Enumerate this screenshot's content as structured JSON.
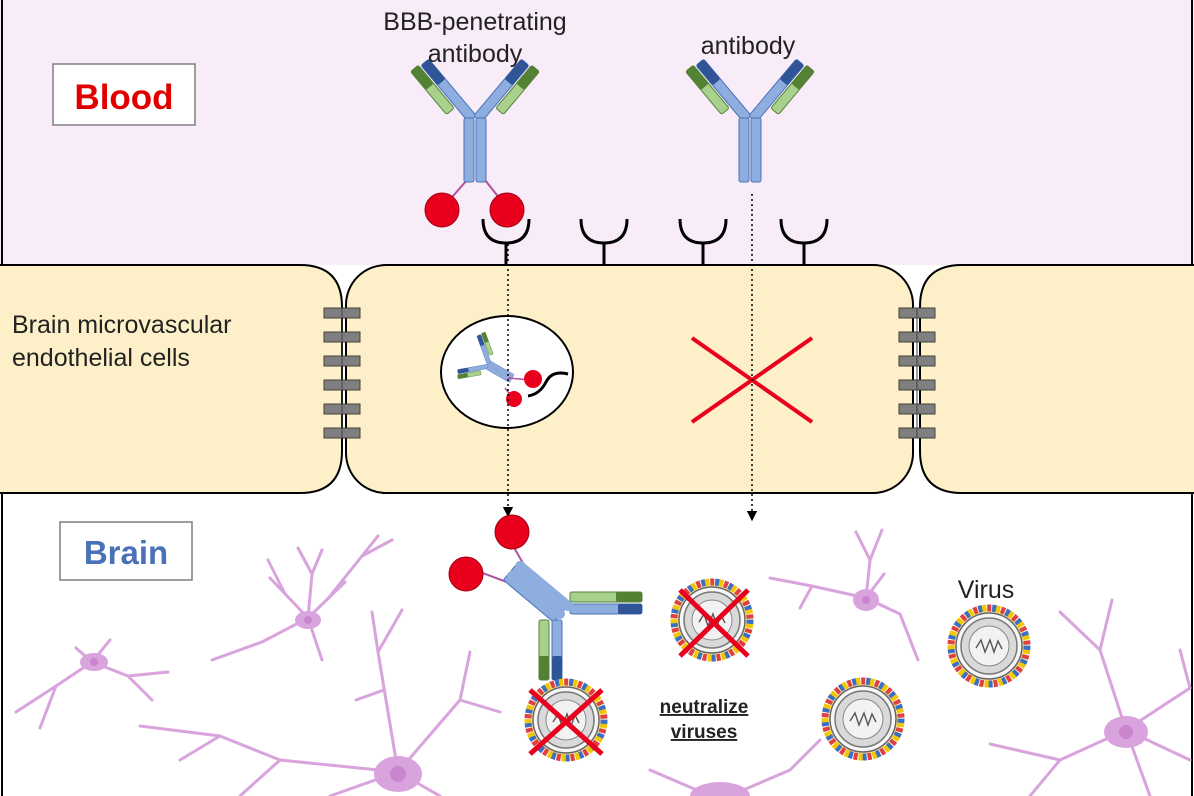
{
  "regions": {
    "blood": {
      "label": "Blood",
      "label_color": "#e00000",
      "fill": "#f9ecf9"
    },
    "endothelium": {
      "label_line1": "Brain microvascular",
      "label_line2": "endothelial cells",
      "fill": "#fdf0c8"
    },
    "brain": {
      "label": "Brain",
      "label_color": "#4a72b8",
      "fill": "#ffffff"
    }
  },
  "antibodies": {
    "bbb_penetrating_label_line1": "BBB-penetrating",
    "bbb_penetrating_label_line2": "antibody",
    "standard_label": "antibody"
  },
  "annotations": {
    "neutralize_line1": "neutralize",
    "neutralize_line2": "viruses",
    "virus_label": "Virus"
  },
  "colors": {
    "heavy_chain": "#8eaee0",
    "heavy_chain_dark": "#2f5597",
    "light_chain": "#a9d18e",
    "light_chain_dark": "#548235",
    "ligand": "#e8001c",
    "block_cross": "#e8001c",
    "neuron": "#d9a3de",
    "neuron_body": "#c986cf",
    "junction": "#808080"
  }
}
